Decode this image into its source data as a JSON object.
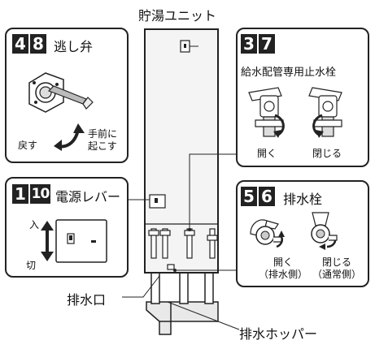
{
  "tank": {
    "title": "貯湯ユニット"
  },
  "panels": {
    "relief": {
      "numbers": [
        "4",
        "8"
      ],
      "title": "逃し弁",
      "return_label": "戻す",
      "raise_label": "手前に\n起こす"
    },
    "supply_valve": {
      "numbers": [
        "3",
        "7"
      ],
      "title": "給水配管専用止水栓",
      "open_label": "開く",
      "close_label": "閉じる"
    },
    "power": {
      "numbers": [
        "1",
        "10"
      ],
      "title": "電源レバー",
      "on_label": "入",
      "off_label": "切"
    },
    "drain_valve": {
      "numbers": [
        "5",
        "6"
      ],
      "title": "排水栓",
      "open_label": "開く\n（排水側）",
      "close_label": "閉じる\n（通常側）"
    }
  },
  "callouts": {
    "drain_port": "排水口",
    "drain_hopper": "排水ホッパー"
  },
  "colors": {
    "outline": "#222222",
    "tank_fill": "#f4f4f4",
    "ground_fill": "#e9e9e9"
  },
  "icons": [
    "relief-valve-icon",
    "supply-valve-open-icon",
    "supply-valve-closed-icon",
    "power-lever-switch-icon",
    "drain-valve-open-icon",
    "drain-valve-closed-icon",
    "up-down-arrow-icon",
    "curved-arrow-icon"
  ]
}
